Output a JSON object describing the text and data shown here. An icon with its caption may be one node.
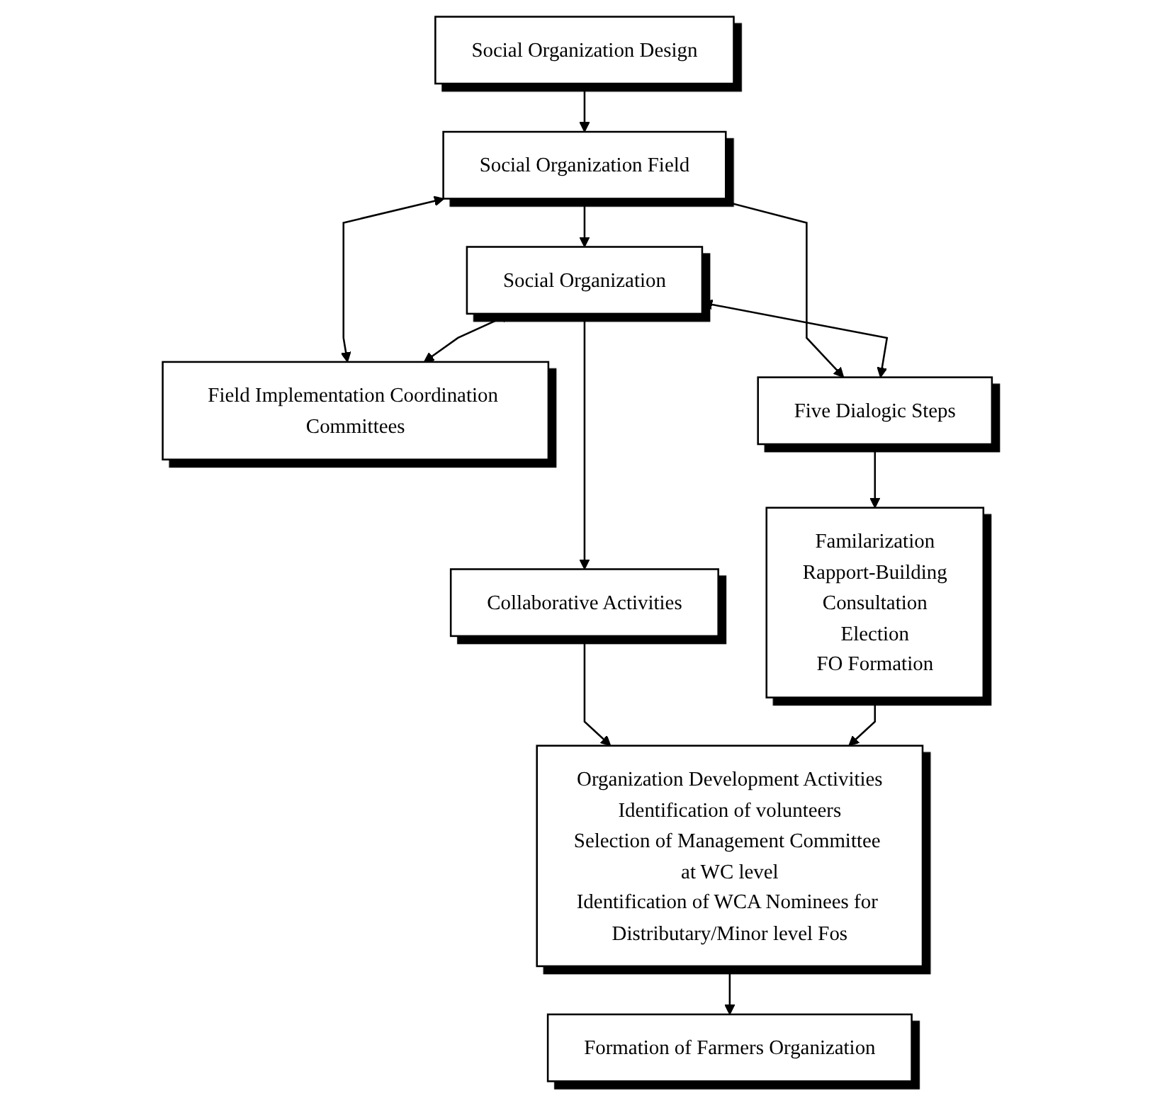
{
  "diagram": {
    "nodes": [
      {
        "text": [
          "Social Organization Design"
        ]
      },
      {
        "text": [
          "Social Organization Field"
        ]
      },
      {
        "text": [
          "Field Implementation Coordination Committees"
        ]
      },
      {
        "text": [
          "Social Organization"
        ]
      },
      {
        "text": [
          "Five Dialogic Steps"
        ]
      },
      {
        "text": [
          "Collaborative Activities"
        ]
      },
      {
        "text": [
          "Familarization",
          "Rapport-Building",
          "Consultation",
          "Election",
          "FO Formation"
        ]
      },
      {
        "text": [
          "Organization Development Activities",
          "Identification of volunteers",
          "Selection of Management Committee at WC level",
          "Identification of WCA Nominees for Distributary/Minor level Fos"
        ]
      },
      {
        "text": [
          "Formation of Farmers Organization"
        ]
      }
    ],
    "edges": [
      {
        "from": 0,
        "to": 1,
        "arrow": "to"
      },
      {
        "from": 1,
        "to": 3,
        "arrow": "to"
      },
      {
        "from": 1,
        "to": 2,
        "arrow": "both"
      },
      {
        "from": 1,
        "to": 4,
        "arrow": "both"
      },
      {
        "from": 3,
        "to": 2,
        "arrow": "both"
      },
      {
        "from": 3,
        "to": 4,
        "arrow": "both"
      },
      {
        "from": 3,
        "to": 5,
        "arrow": "to"
      },
      {
        "from": 4,
        "to": 6,
        "arrow": "to"
      },
      {
        "from": 5,
        "to": 7,
        "arrow": "to"
      },
      {
        "from": 6,
        "to": 7,
        "arrow": "to"
      },
      {
        "from": 7,
        "to": 8,
        "arrow": "to"
      }
    ]
  }
}
